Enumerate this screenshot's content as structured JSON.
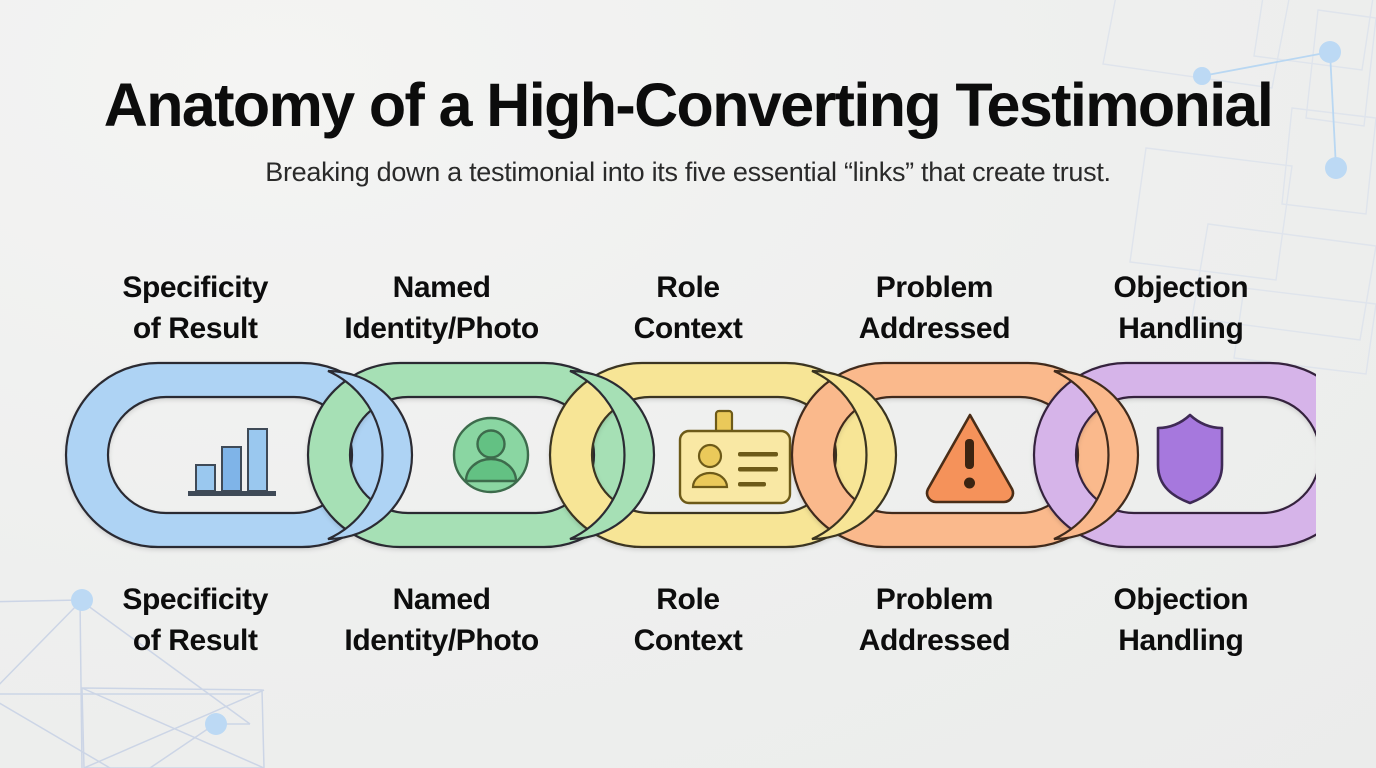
{
  "header": {
    "title": "Anatomy of a High-Converting Testimonial",
    "subtitle": "Breaking down a testimonial into its five essential “links” that create trust."
  },
  "palette": {
    "background": "#eff0ef",
    "outline": "#2b2b33",
    "link_blue": "#aed3f4",
    "link_green": "#a6e0b5",
    "link_yellow": "#f7e596",
    "link_orange": "#fab98c",
    "link_purple": "#d6b4e9",
    "icon_blue": "#6fa8e0",
    "icon_green": "#63c183",
    "icon_yellow": "#e8c552",
    "icon_orange": "#f5925a",
    "icon_purple": "#a濃"
  },
  "chain": {
    "links": [
      {
        "id": "specificity-of-result",
        "label_top": "Specificity\nof Result",
        "label_bottom": "Specificity\nof Result",
        "color": "#aed3f4",
        "icon": "bar-chart-icon",
        "icon_color": "#7fb4e8"
      },
      {
        "id": "named-identity-photo",
        "label_top": "Named\nIdentity/Photo",
        "label_bottom": "Named\nIdentity/Photo",
        "color": "#a6e0b5",
        "icon": "avatar-person-icon",
        "icon_color": "#6cc68b"
      },
      {
        "id": "role-context",
        "label_top": "Role\nContext",
        "label_bottom": "Role\nContext",
        "color": "#f7e596",
        "icon": "id-badge-icon",
        "icon_color": "#eac95a"
      },
      {
        "id": "problem-addressed",
        "label_top": "Problem\nAddressed",
        "label_bottom": "Problem\nAddressed",
        "color": "#fab98c",
        "icon": "warning-triangle-icon",
        "icon_color": "#f59560"
      },
      {
        "id": "objection-handling",
        "label_top": "Objection\nHandling",
        "label_bottom": "Objection\nHandling",
        "color": "#d6b4e9",
        "icon": "shield-icon",
        "icon_color": "#a678dd"
      }
    ]
  }
}
